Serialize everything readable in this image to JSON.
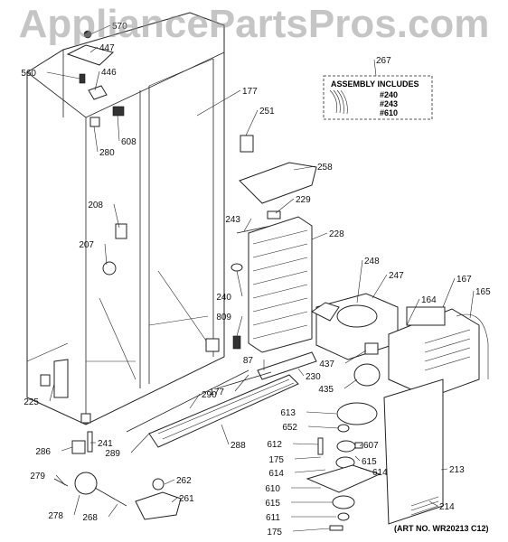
{
  "watermark": "AppliancePartsPros.com",
  "assembly_box": {
    "callout": "267",
    "title": "ASSEMBLY INCLUDES",
    "items": [
      "#240",
      "#243",
      "#610"
    ]
  },
  "art_number": "(ART NO. WR20213 C12)",
  "callouts": [
    "570",
    "447",
    "560",
    "446",
    "608",
    "280",
    "177",
    "251",
    "267",
    "258",
    "229",
    "243",
    "228",
    "208",
    "207",
    "240",
    "809",
    "248",
    "247",
    "167",
    "165",
    "164",
    "437",
    "435",
    "87",
    "230",
    "177",
    "290",
    "225",
    "286",
    "241",
    "289",
    "288",
    "613",
    "652",
    "612",
    "175",
    "614",
    "607",
    "615",
    "614",
    "610",
    "615",
    "611",
    "175",
    "213",
    "214",
    "279",
    "278",
    "268",
    "262",
    "261"
  ]
}
